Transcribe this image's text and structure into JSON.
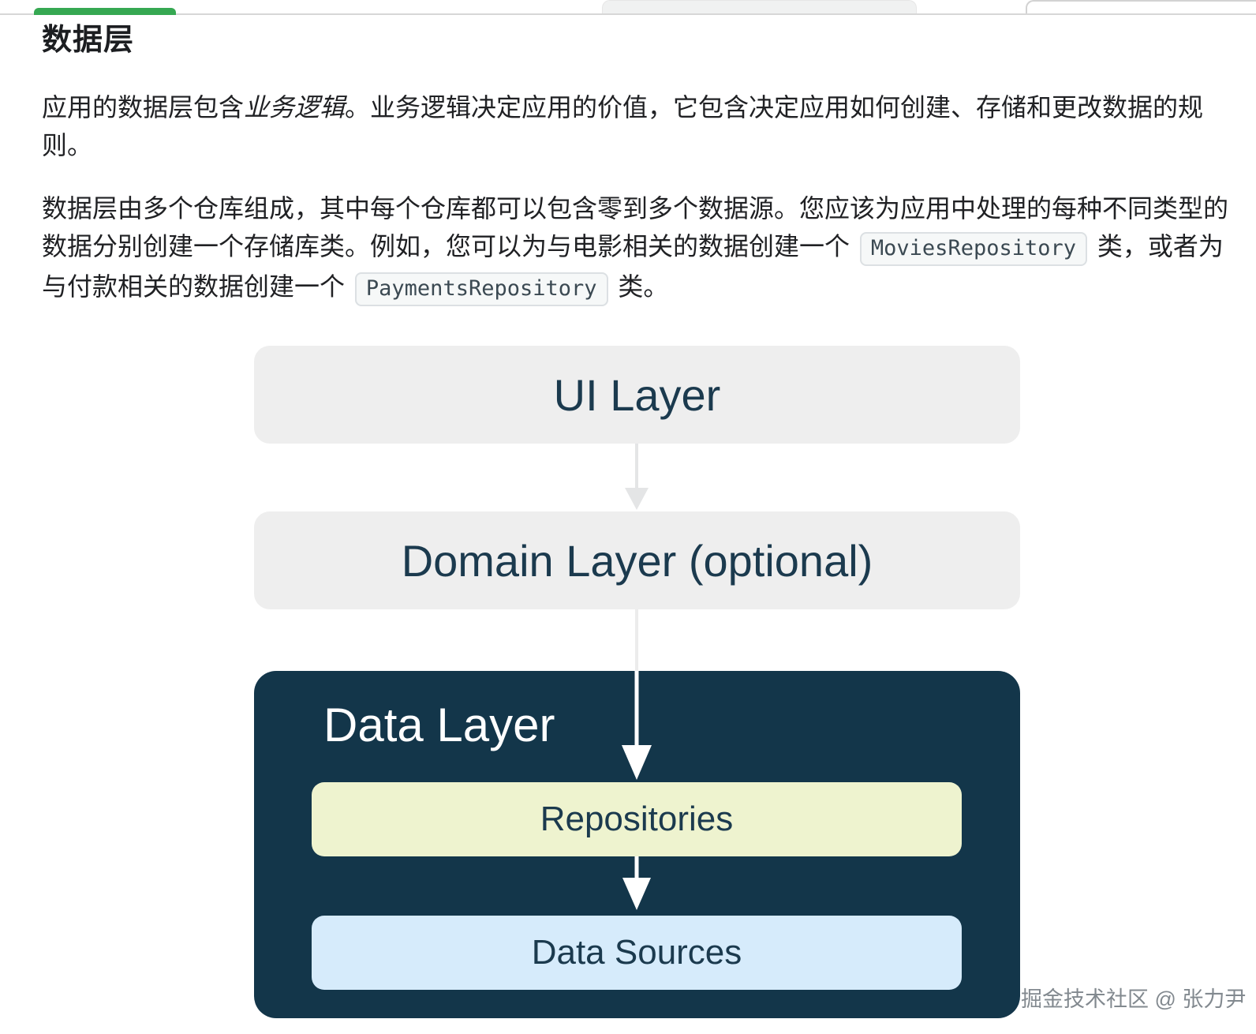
{
  "theme": {
    "progress-green": "#36a852",
    "hairline": "#d7d7d7",
    "tab-gray": "#f0f1f1",
    "box-gray": "#eeeeee",
    "dark-navy": "#13364a",
    "label-navy": "#1b3a4e",
    "repo-yellow": "#eef3cf",
    "source-blue": "#d6ebfb",
    "arrow-gray": "#e4e5e6",
    "code-bg": "#f6f8f8",
    "code-border": "#dce0e3",
    "code-text": "#3b4952",
    "body-text": "#202124",
    "watermark-gray": "#6d757c"
  },
  "page": {
    "heading": "数据层",
    "paragraph1": {
      "part1": "应用的数据层包含",
      "emphasis": "业务逻辑",
      "part2": "。业务逻辑决定应用的价值，它包含决定应用如何创建、存储和更改数据的规则。"
    },
    "paragraph2": {
      "part1": "数据层由多个仓库组成，其中每个仓库都可以包含零到多个数据源。您应该为应用中处理的每种不同类型的数据分别创建一个存储库类。例如，您可以为与电影相关的数据创建一个 ",
      "code1": "MoviesRepository",
      "part2": " 类，或者为与付款相关的数据创建一个 ",
      "code2": "PaymentsRepository",
      "part3": " 类。"
    }
  },
  "diagram": {
    "ui_layer_label": "UI Layer",
    "domain_layer_label": "Domain Layer (optional)",
    "data_layer_label": "Data Layer",
    "repositories_label": "Repositories",
    "data_sources_label": "Data Sources"
  },
  "watermark": "掘金技术社区 @ 张力尹"
}
